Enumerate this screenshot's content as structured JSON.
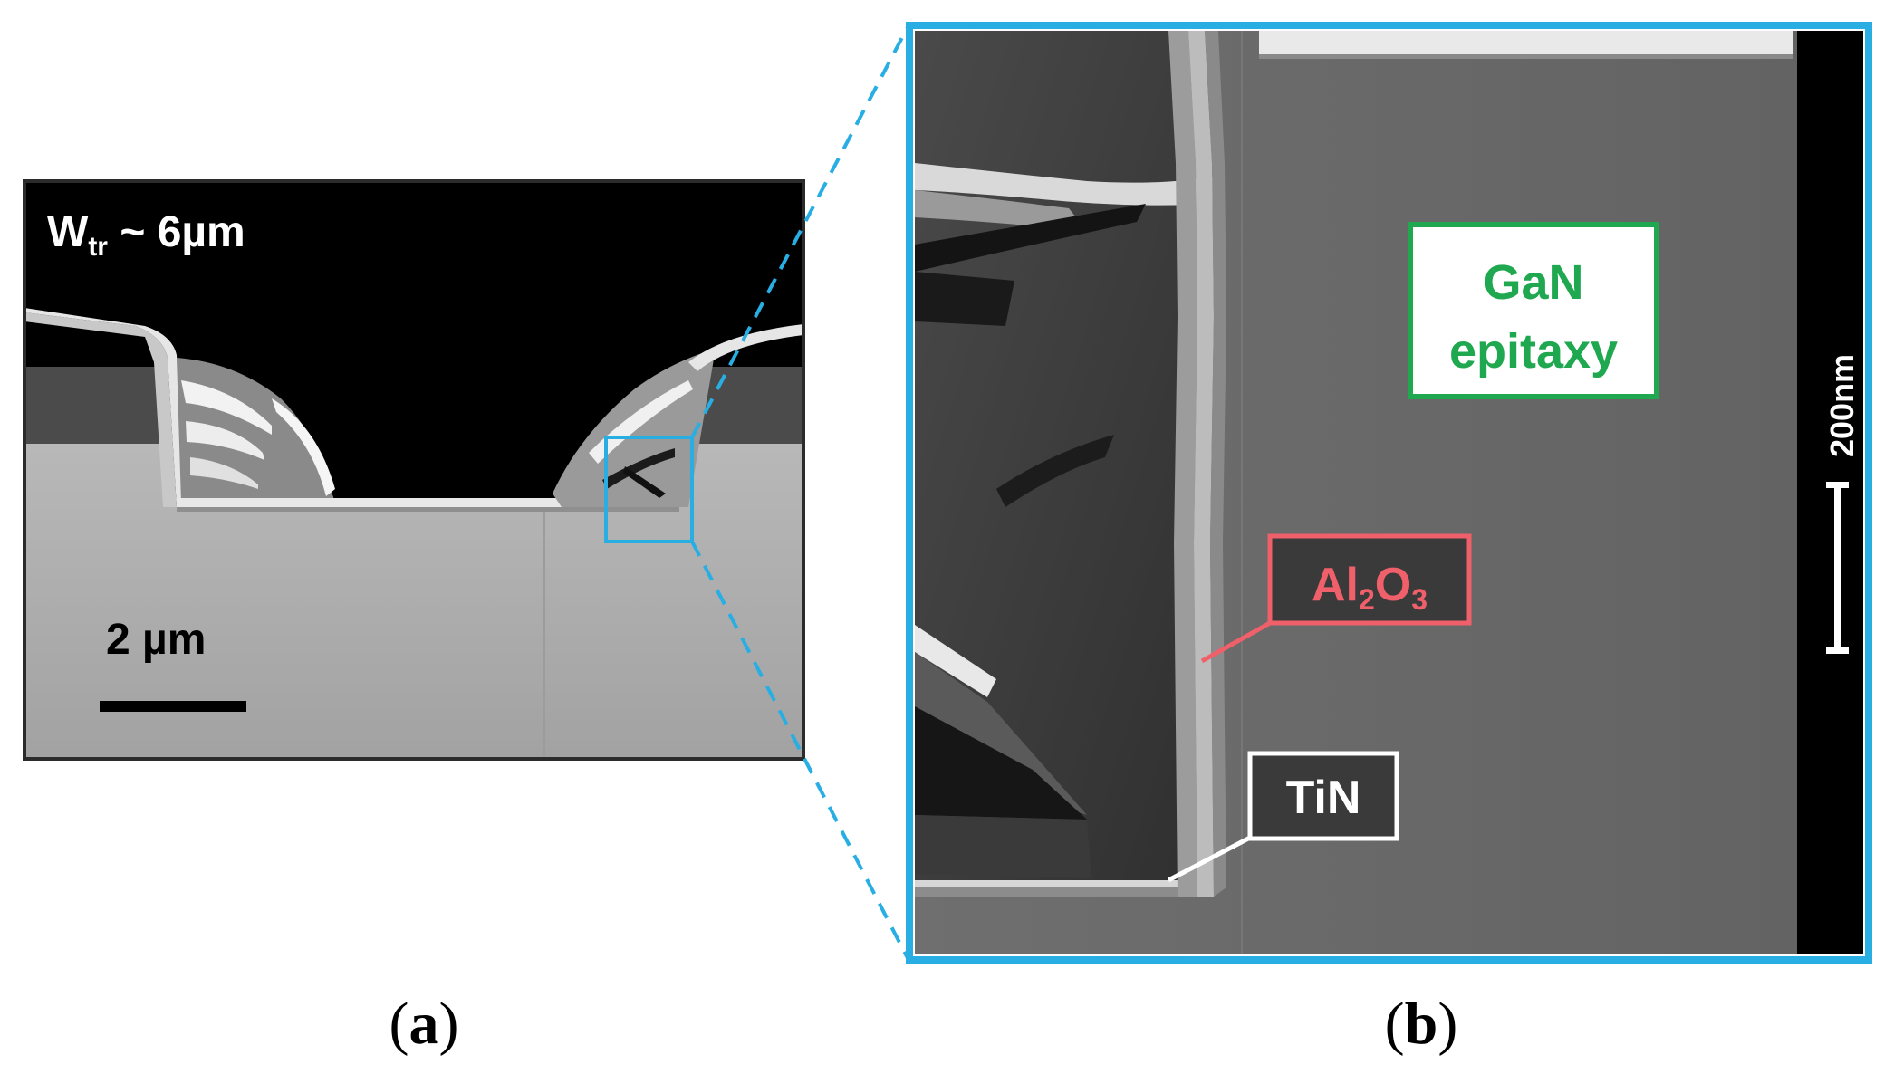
{
  "panel_a": {
    "width_label_main": "W",
    "width_label_sub": "tr",
    "width_label_rest": " ~ 6µm",
    "scale_bar_label": "2 µm",
    "caption_open": "(",
    "caption_letter": "a",
    "caption_close": ")"
  },
  "panel_b": {
    "gan_line1": "GaN",
    "gan_line2": "epitaxy",
    "al_main": "Al",
    "al_sub1": "2",
    "al_o": "O",
    "al_sub2": "3",
    "tin_label": "TiN",
    "scale_bar_label": "200nm",
    "caption_open": "(",
    "caption_letter": "b",
    "caption_close": ")"
  },
  "colors": {
    "zoom_frame": "#29aee4",
    "gan_green": "#1fa84f",
    "al2o3_red": "#f0606a",
    "tin_white": "#ffffff"
  }
}
